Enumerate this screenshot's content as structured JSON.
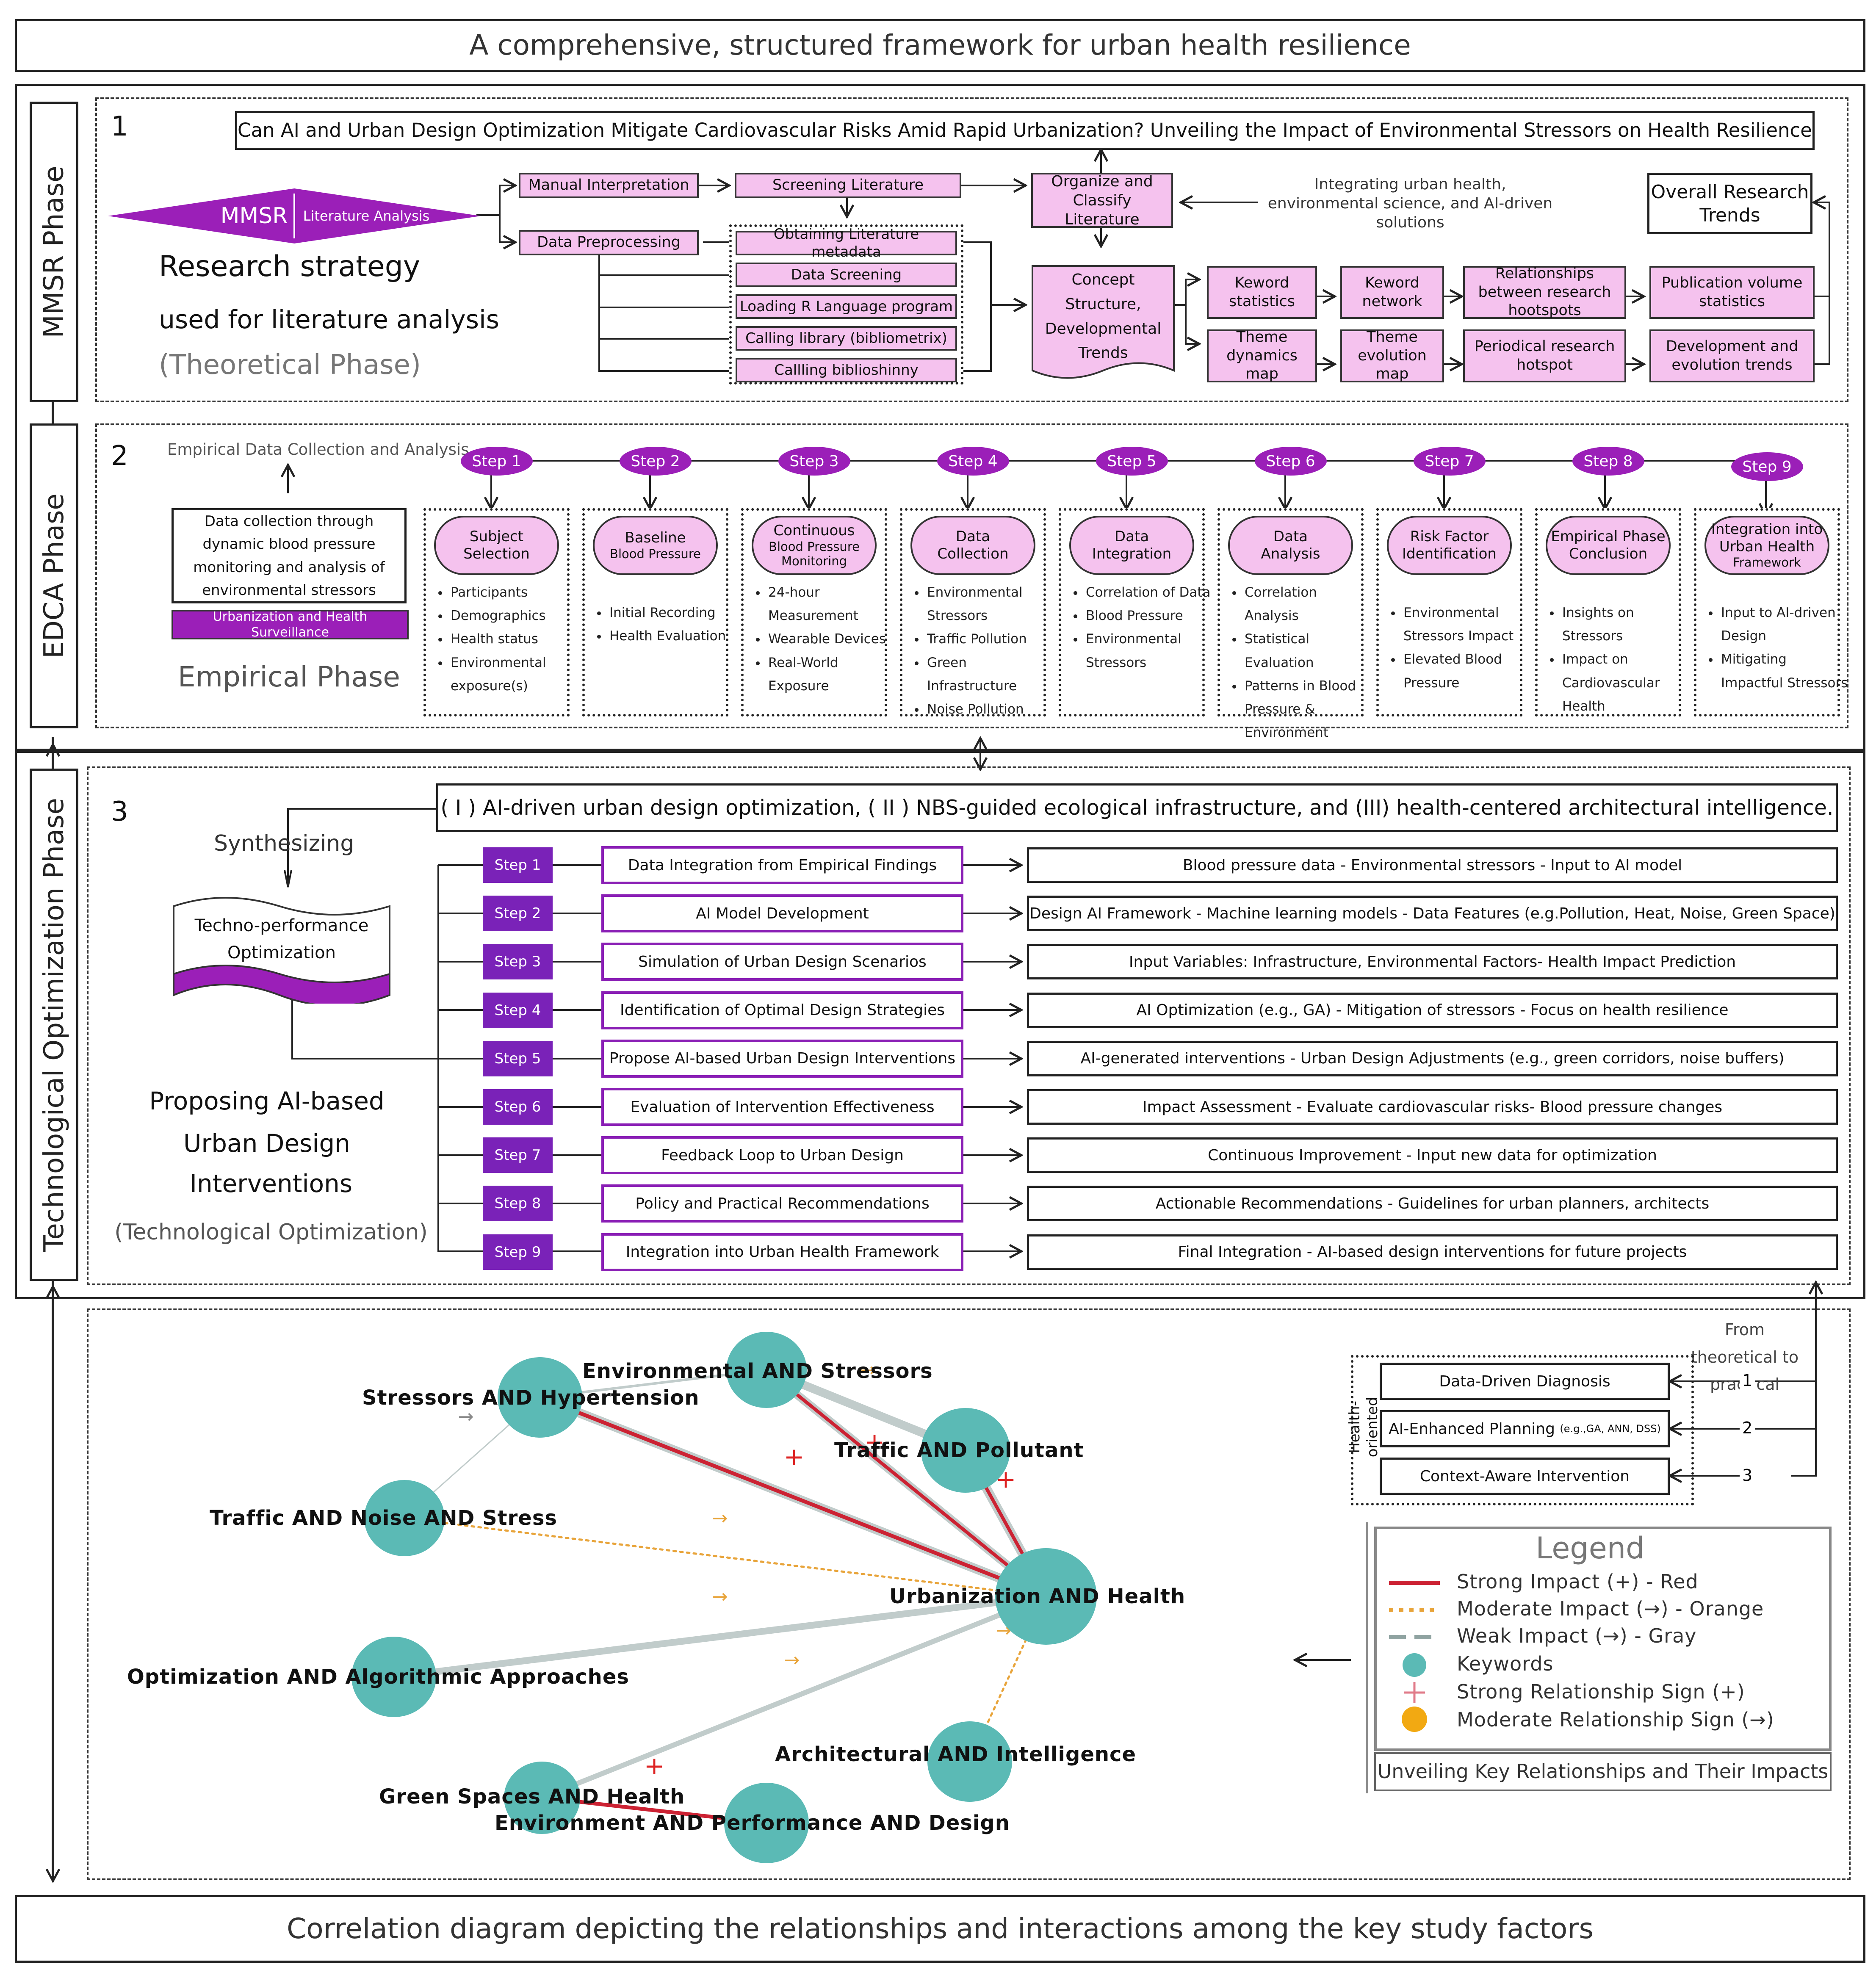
{
  "header_title": "A comprehensive, structured framework for urban health resilience",
  "footer_title": "Correlation diagram depicting the relationships and interactions among the key study factors",
  "phases": {
    "mmsr": "MMSR Phase",
    "edca": "EDCA Phase",
    "tech": "Technological Optimization Phase"
  },
  "section1": {
    "number": "1",
    "question": "Can AI and Urban Design Optimization Mitigate Cardiovascular Risks Amid Rapid Urbanization? Unveiling the Impact of Environmental Stressors on Health Resilience",
    "mmsr_label": "MMSR",
    "mmsr_sub": "Literature Analysis",
    "strategy_line1": "Research strategy",
    "strategy_line2": "used for literature analysis",
    "strategy_line3": "(Theoretical Phase)",
    "manual": "Manual Interpretation",
    "screening_lit": "Screening Literature",
    "data_prep": "Data Preprocessing",
    "sub_steps": [
      "Obtaining Literature metadata",
      "Data Screening",
      "Loading R Language program",
      "Calling library (bibliometrix)",
      "Callling biblioshinny"
    ],
    "organize": "Organize and Classify Literature",
    "integrating_note": "Integrating urban health, environmental science, and AI-driven solutions",
    "overall": "Overall Research Trends",
    "concept": "Concept Structure, Developmental Trends",
    "row1": [
      "Keword statistics",
      "Keword network",
      "Relationships between research hootspots",
      "Publication volume statistics"
    ],
    "row2": [
      "Theme dynamics map",
      "Theme evolution map",
      "Periodical research hotspot",
      "Development and evolution trends"
    ]
  },
  "section2": {
    "number": "2",
    "empirical_label": "Empirical Data Collection and Analysis",
    "collection_text": "Data collection through dynamic blood pressure monitoring and analysis of environmental stressors",
    "surveillance": "Urbanization and Health Surveillance",
    "phase_label": "Empirical Phase",
    "steps": [
      {
        "step": "Step 1",
        "title": "Subject",
        "title2": "Selection",
        "sub": "",
        "items": [
          "Participants",
          "Demographics",
          "Health status",
          "Environmental exposure(s)"
        ]
      },
      {
        "step": "Step 2",
        "title": "Baseline",
        "title2": "",
        "sub": "Blood Pressure",
        "items": [
          "Initial Recording",
          "Health Evaluation"
        ]
      },
      {
        "step": "Step 3",
        "title": "Continuous",
        "title2": "",
        "sub": "Blood Pressure Monitoring",
        "items": [
          "24-hour Measurement",
          "Wearable Devices",
          "Real-World Exposure"
        ]
      },
      {
        "step": "Step 4",
        "title": "Data",
        "title2": "Collection",
        "sub": "",
        "items": [
          "Environmental Stressors",
          "Traffic Pollution",
          "Green Infrastructure",
          "Noise Pollution"
        ]
      },
      {
        "step": "Step 5",
        "title": "Data",
        "title2": "Integration",
        "sub": "",
        "items": [
          "Correlation of Data",
          "Blood Pressure",
          "Environmental Stressors"
        ]
      },
      {
        "step": "Step 6",
        "title": "Data",
        "title2": "Analysis",
        "sub": "",
        "items": [
          "Correlation Analysis",
          "Statistical Evaluation",
          "Patterns in Blood Pressure & Environment"
        ]
      },
      {
        "step": "Step 7",
        "title": "Risk Factor",
        "title2": "Identification",
        "sub": "",
        "items": [
          "Environmental Stressors Impact",
          "Elevated Blood Pressure"
        ]
      },
      {
        "step": "Step 8",
        "title": "Empirical Phase",
        "title2": "Conclusion",
        "sub": "",
        "items": [
          "Insights on Stressors",
          "Impact on Cardiovascular Health"
        ]
      },
      {
        "step": "Step 9",
        "title": "Integration into",
        "title2": "Urban Health",
        "sub": "Framework",
        "items": [
          "Input to AI-driven Design",
          "Mitigating Impactful Stressors"
        ]
      }
    ]
  },
  "section3": {
    "number": "3",
    "headline": "( I ) AI-driven urban design optimization, ( II ) NBS-guided ecological infrastructure, and (III) health-centered architectural intelligence.",
    "synth": "Synthesizing",
    "techno": "Techno-performance Optimization",
    "proposing": [
      "Proposing AI-based",
      "Urban Design",
      "Interventions",
      "(Technological Optimization)"
    ],
    "steps": [
      {
        "step": "Step 1",
        "action": "Data Integration from Empirical Findings",
        "detail": "Blood pressure data - Environmental stressors - Input to AI model"
      },
      {
        "step": "Step 2",
        "action": "AI Model Development",
        "detail": "Design AI Framework - Machine learning models - Data Features (e.g.Pollution, Heat, Noise, Green Space)"
      },
      {
        "step": "Step 3",
        "action": "Simulation of Urban Design Scenarios",
        "detail": "Input Variables: Infrastructure, Environmental Factors- Health Impact Prediction"
      },
      {
        "step": "Step 4",
        "action": "Identification of Optimal Design Strategies",
        "detail": "AI Optimization (e.g., GA) - Mitigation of stressors - Focus on health resilience"
      },
      {
        "step": "Step 5",
        "action": "Propose AI-based Urban Design Interventions",
        "detail": "AI-generated interventions - Urban Design Adjustments (e.g., green corridors, noise buffers)"
      },
      {
        "step": "Step 6",
        "action": "Evaluation of Intervention Effectiveness",
        "detail": "Impact Assessment - Evaluate cardiovascular risks- Blood pressure changes"
      },
      {
        "step": "Step 7",
        "action": "Feedback Loop to Urban Design",
        "detail": "Continuous Improvement - Input new data for optimization"
      },
      {
        "step": "Step 8",
        "action": "Policy and Practical Recommendations",
        "detail": "Actionable Recommendations - Guidelines for urban planners, architects"
      },
      {
        "step": "Step 9",
        "action": "Integration into Urban Health Framework",
        "detail": "Final Integration - AI-based design interventions for future projects"
      }
    ]
  },
  "network": {
    "nodes": [
      "Environmental AND Stressors",
      "Stressors AND Hypertension",
      "Traffic AND Pollutant",
      "Traffic AND Noise AND Stress",
      "Urbanization AND Health",
      "Optimization AND Algorithmic Approaches",
      "Architectural AND Intelligence",
      "Green Spaces AND Health",
      "Environment AND Performance AND Design"
    ],
    "from_note": "From theoretical to practical",
    "health_oriented": "Health-oriented",
    "items": [
      "Data-Driven Diagnosis",
      "AI-Enhanced Planning",
      "Context-Aware Intervention"
    ],
    "item2_small": "(e.g.,GA, ANN, DSS)",
    "item_numbers": [
      "1",
      "2",
      "3"
    ],
    "legend_title": "Legend",
    "legend": [
      "Strong Impact (+) - Red",
      "Moderate Impact (→) - Orange",
      "Weak Impact (→) - Gray",
      "Keywords",
      "Strong Relationship Sign (+)",
      "Moderate Relationship Sign (→)"
    ],
    "legend_caption": "Unveiling Key Relationships and Their Impacts",
    "plus": "+",
    "arrow": "→",
    "colors": {
      "strong": "#cc2233",
      "moderate": "#e8a43a",
      "weak": "#8fa3a1",
      "node": "#5bbab5",
      "purple": "#9b1fb8"
    }
  }
}
